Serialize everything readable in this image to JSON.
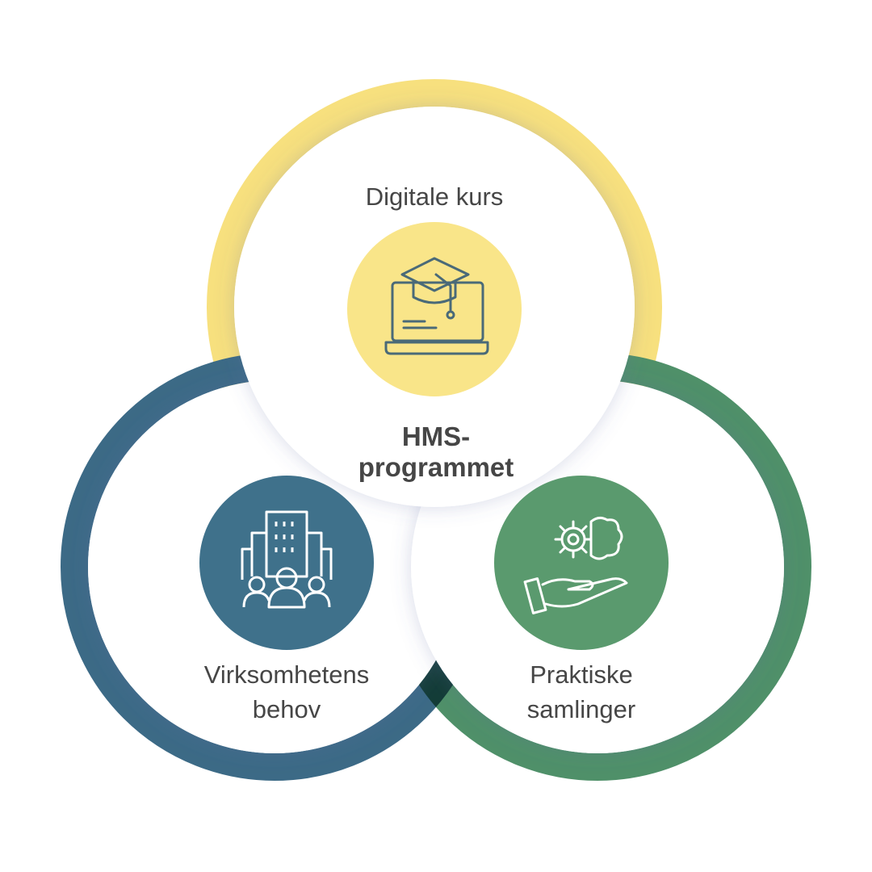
{
  "title": "HMS-programmet",
  "title_lines": [
    "HMS-",
    "programmet"
  ],
  "circles": [
    {
      "label": "Digitale kurs",
      "icon": "graduation-laptop-icon",
      "color": "#f7e07e",
      "icon_bg": "#f9e589"
    },
    {
      "label_lines": [
        "Virksomhetens",
        "behov"
      ],
      "icon": "building-people-icon",
      "color": "#3c6a86",
      "icon_bg": "#3f718b"
    },
    {
      "label_lines": [
        "Praktiske",
        "samlinger"
      ],
      "icon": "hand-brain-gear-icon",
      "color": "#4f9069",
      "icon_bg": "#5a9a6e"
    }
  ]
}
